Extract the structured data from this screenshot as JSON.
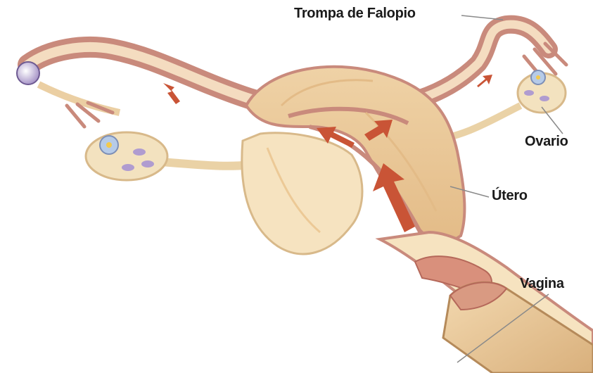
{
  "diagram": {
    "labels": {
      "fallopian_tube": "Trompa de Falopio",
      "ovary": "Ovario",
      "uterus": "Útero",
      "vagina": "Vagina"
    },
    "colors": {
      "tissue_light": "#f6e3c0",
      "tissue_mid": "#ecc996",
      "tube_pink": "#c98a7c",
      "arrow": "#c95436",
      "egg": "#d9cde9",
      "leader_line": "#8a8a8a"
    }
  }
}
